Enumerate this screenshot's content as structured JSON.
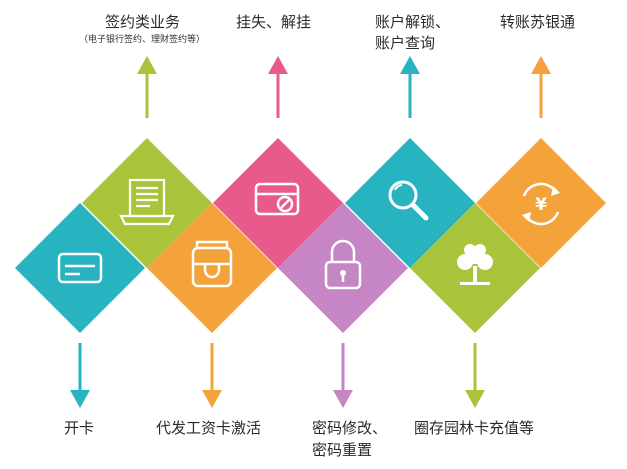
{
  "services": [
    {
      "label": "开卡",
      "color": "#27b3c0",
      "icon": "card-icon"
    },
    {
      "label": "签约类业务",
      "note": "（电子银行签约、理财签约等）",
      "color": "#a9c43a",
      "icon": "laptop-document-icon"
    },
    {
      "label": "代发工资卡激活",
      "color": "#f3a33a",
      "icon": "wallet-icon"
    },
    {
      "label": "挂失、解挂",
      "color": "#e85a8c",
      "icon": "blocked-card-icon"
    },
    {
      "label": "密码修改、",
      "label2": "密码重置",
      "color": "#c685c4",
      "icon": "padlock-icon"
    },
    {
      "label": "账户解锁、",
      "label2": "账户查询",
      "color": "#27b3c0",
      "icon": "magnifier-icon"
    },
    {
      "label": "圈存园林卡充值等",
      "color": "#a9c43a",
      "icon": "tree-icon"
    },
    {
      "label": "转账苏银通",
      "color": "#f3a33a",
      "icon": "yuan-transfer-icon"
    }
  ]
}
